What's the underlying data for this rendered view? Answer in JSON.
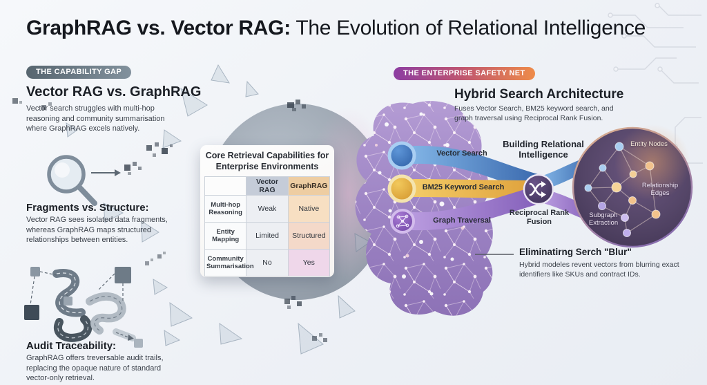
{
  "title": {
    "emphasis": "GraphRAG vs. Vector RAG:",
    "rest": " The Evolution of Relational Intelligence"
  },
  "capability_gap": {
    "badge": "THE CAPABILITY GAP",
    "intro_heading": "Vector RAG vs. GraphRAG",
    "intro_body": "Vector search struggles with multi-hop reasoning and community summarisation where GraphRAG excels natively.",
    "fragments_heading": "Fragments vs. Structure:",
    "fragments_body": "Vector RAG sees isolated data fragments, whereas GraphRAG maps structured relationships between entities.",
    "audit_heading": "Audit Traceability:",
    "audit_body": "GraphRAG offers treversable audit trails, replacing the opaque nature of standard vector-only retrieval."
  },
  "capability_table": {
    "title": "Core Retrieval Capabilities for Enterprise Environments",
    "col_vector": "Vector RAG",
    "col_graph": "GraphRAG",
    "rows": [
      {
        "capability": "Multi-hop Reasoning",
        "vector": "Weak",
        "graph": "Native"
      },
      {
        "capability": "Entity Mapping",
        "vector": "Limited",
        "graph": "Structured"
      },
      {
        "capability": "Community Summarisation",
        "vector": "No",
        "graph": "Yes"
      }
    ]
  },
  "safety_net": {
    "badge": "THE ENTERPRISE SAFETY NET",
    "heading": "Hybrid Search Architecture",
    "body": "Fuses Vector Search, BM25 keyword search, and graph traversal using Reciprocal Rank Fusion.",
    "pipe_vector": "Vector Search",
    "pipe_bm25": "BM25 Keyword Search",
    "pipe_graph": "Graph Traversal",
    "fusion_heading": "Building Relational Intelligence",
    "fusion_label": "Reciprocal Rank Fusion",
    "graph_label_nodes": "Entity Nodes",
    "graph_label_edges": "Relationship Edges",
    "graph_label_subgraph": "Subgraph Extraction",
    "blur_heading": "Eliminatirng Serch \"Blur\"",
    "blur_body": "Hybrid modeles revent vectors from blurring exact identifiers like SKUs and contract IDs."
  },
  "colors": {
    "vector_search_accent": "#3d6cb0",
    "bm25_accent": "#dfa23c",
    "graph_traversal_accent": "#8763bc",
    "vector_header_bg": "#c5ccd8",
    "graphrag_header_bg": "#eecda2",
    "capability_badge_bg": "#57666f",
    "safety_badge_start": "#8c3da2",
    "safety_badge_end": "#ee8b49",
    "knowledge_graph_bg": "#473a59"
  }
}
